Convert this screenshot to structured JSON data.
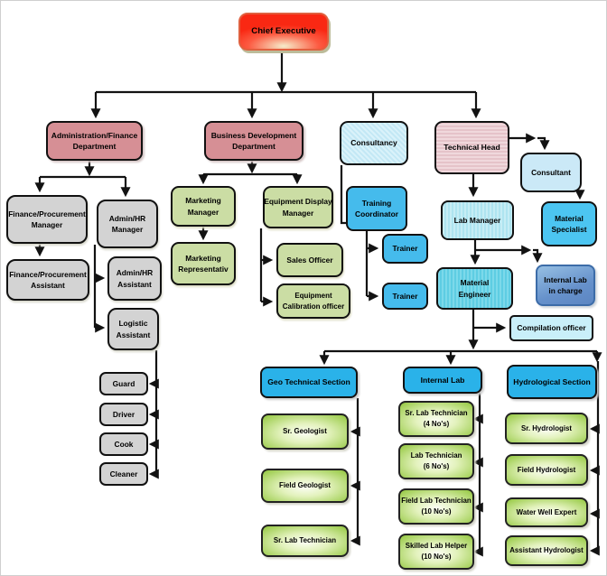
{
  "diagram": "organizational-chart",
  "colors": {
    "chief_red": "#f92813",
    "department_pink": "#d68f95",
    "staff_gray": "#d3d3d3",
    "business_green": "#cbdda4",
    "consultancy_blue": "#cde9f5",
    "training_blue": "#45bbec",
    "technical_pink": "#ecd2d7",
    "lab_cyan": "#66cfe3",
    "internal_lab_blue": "#6691cb",
    "section_header_blue": "#2ab2e9",
    "section_child_green": "#96c943",
    "connector_black": "#121212"
  },
  "nodes": {
    "chief": {
      "label": "Chief Executive"
    },
    "admin_finance_dept": {
      "label": "Administration/Finance",
      "sub": "Department"
    },
    "business_dev_dept": {
      "label": "Business Development",
      "sub": "Department"
    },
    "consultancy": {
      "label": "Consultancy"
    },
    "technical_head": {
      "label": "Technical Head"
    },
    "consultant": {
      "label": "Consultant"
    },
    "fin_proc_manager": {
      "label": "Finance/Procurement",
      "sub": "Manager"
    },
    "admin_hr_manager": {
      "label": "Admin/HR",
      "sub": "Manager"
    },
    "fin_proc_assistant": {
      "label": "Finance/Procurement",
      "sub": "Assistant"
    },
    "admin_hr_assistant": {
      "label": "Admin/HR",
      "sub": "Assistant"
    },
    "logistic_assistant": {
      "label": "Logistic",
      "sub": "Assistant"
    },
    "guard": {
      "label": "Guard"
    },
    "driver": {
      "label": "Driver"
    },
    "cook": {
      "label": "Cook"
    },
    "cleaner": {
      "label": "Cleaner"
    },
    "marketing_manager": {
      "label": "Marketing",
      "sub": "Manager"
    },
    "marketing_representative": {
      "label": "Marketing",
      "sub": "Representativ"
    },
    "equipment_display_manager": {
      "label": "Equipment Display",
      "sub": "Manager"
    },
    "sales_officer": {
      "label": "Sales Officer"
    },
    "equipment_calibration_officer": {
      "label": "Equipment",
      "sub": "Calibration officer"
    },
    "training_coordinator": {
      "label": "Training",
      "sub": "Coordinator"
    },
    "trainer_1": {
      "label": "Trainer"
    },
    "trainer_2": {
      "label": "Trainer"
    },
    "lab_manager": {
      "label": "Lab Manager"
    },
    "material_specialist": {
      "label": "Material",
      "sub": "Specialist"
    },
    "material_engineer": {
      "label": "Material",
      "sub": "Engineer"
    },
    "internal_lab_in_charge": {
      "label": "Internal Lab",
      "sub": "in charge"
    },
    "compilation_officer": {
      "label": "Compilation officer"
    },
    "geo_section": {
      "label": "Geo Technical Section"
    },
    "sr_geologist": {
      "label": "Sr. Geologist"
    },
    "field_geologist": {
      "label": "Field Geologist"
    },
    "geo_sr_lab_technician": {
      "label": "Sr. Lab Technician"
    },
    "internal_lab_section": {
      "label": "Internal Lab"
    },
    "il_sr_lab_technician": {
      "label": "Sr. Lab Technician",
      "sub": "(4 No's)"
    },
    "il_lab_technician": {
      "label": "Lab Technician",
      "sub": "(6 No's)"
    },
    "il_field_lab_technician": {
      "label": "Field Lab Technician",
      "sub": "(10 No's)"
    },
    "il_skilled_lab_helper": {
      "label": "Skilled Lab Helper",
      "sub": "(10 No's)"
    },
    "hydro_section": {
      "label": "Hydrological Section"
    },
    "sr_hydrologist": {
      "label": "Sr. Hydrologist"
    },
    "field_hydrologist": {
      "label": "Field Hydrologist"
    },
    "water_well_expert": {
      "label": "Water Well Expert"
    },
    "assistant_hydrologist": {
      "label": "Assistant Hydrologist"
    }
  }
}
